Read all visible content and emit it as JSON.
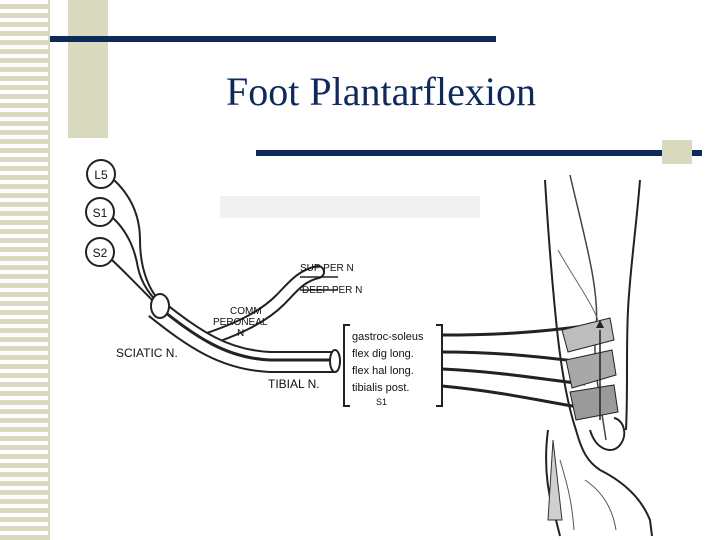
{
  "slide": {
    "title": "Foot Plantarflexion"
  },
  "diagram": {
    "roots": [
      "L5",
      "S1",
      "S2"
    ],
    "nerves": {
      "sciatic": "SCIATIC  N.",
      "tibial": "TIBIAL  N.",
      "comm_peroneal_1": "COMM",
      "comm_peroneal_2": "PERONEAL",
      "comm_peroneal_3": "N",
      "sup_per": "SUP PER N",
      "deep_per": "DEEP PER N"
    },
    "muscles": [
      "gastroc-soleus",
      "flex dig long.",
      "flex hal long.",
      "tibialis post."
    ],
    "muscle_root": "S1"
  },
  "colors": {
    "accent": "#0e2a5a",
    "stripe": "#d9d9bf",
    "line": "#222222"
  }
}
